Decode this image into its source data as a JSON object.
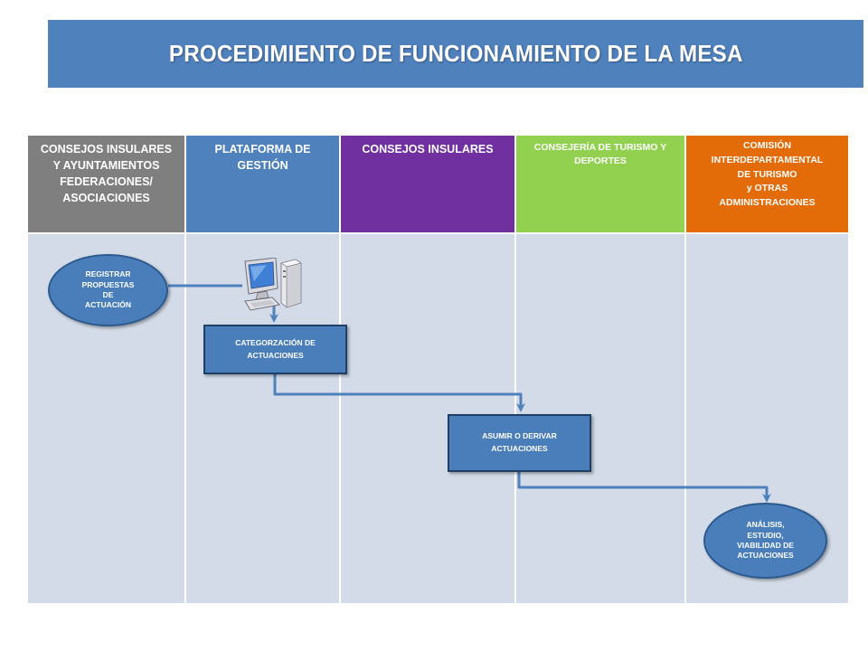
{
  "title": "PROCEDIMIENTO DE FUNCIONAMIENTO DE LA MESA",
  "colors": {
    "banner": "#4f81bd",
    "lane_body": "#d3dbe8",
    "node_fill": "#4a7ebb",
    "connector": "#4f81bd"
  },
  "lanes": [
    {
      "label": "CONSEJOS INSULARES\nY AYUNTAMIENTOS\nFEDERACIONES/\nASOCIACIONES",
      "color": "#7f7f7f"
    },
    {
      "label": "PLATAFORMA DE\nGESTIÓN",
      "color": "#4f81bd"
    },
    {
      "label": "CONSEJOS INSULARES",
      "color": "#7030a0"
    },
    {
      "label": "CONSEJERÍA DE TURISMO Y\nDEPORTES",
      "color": "#92d050"
    },
    {
      "label": "COMISIÓN\nINTERDEPARTAMENTAL\nDE TURISMO\ny  OTRAS\nADMINISTRACIONES",
      "color": "#e36c09"
    }
  ],
  "nodes": {
    "registrar": "REGISTRAR\nPROPUESTAS\nDE\nACTUACIÓN",
    "categorizacion": "CATEGORZACIÓN DE\nACTUACIONES",
    "asumir": "ASUMIR O DERIVAR\nACTUACIONES",
    "analisis": "ANÁLISIS,\nESTUDIO,\nVIABILIDAD DE\nACTUACIONES"
  },
  "icons": {
    "platform": "computer-icon"
  }
}
